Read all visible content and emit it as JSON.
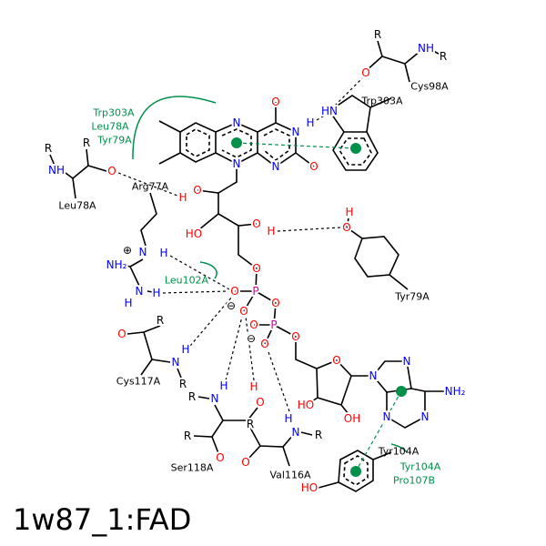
{
  "title": "1w87_1:FAD",
  "atom_labels": [
    "N",
    "N",
    "O",
    "N",
    "H",
    "N",
    "O",
    "O",
    "H",
    "HO",
    "O",
    "H",
    "O",
    "P",
    "O",
    "O",
    "O",
    "P",
    "O",
    "O",
    "O",
    "O",
    "HO",
    "OH",
    "N",
    "N",
    "N",
    "N",
    "NH₂",
    "HN",
    "O",
    "NH",
    "R",
    "R",
    "O",
    "H",
    "R",
    "NH",
    "R",
    "O",
    "N",
    "H",
    "NH₂",
    "N",
    "H",
    "H",
    "O",
    "R",
    "N",
    "H",
    "R",
    "R",
    "N",
    "H",
    "R",
    "O",
    "O",
    "H",
    "R",
    "O",
    "N",
    "H",
    "R",
    "HO",
    "⊕",
    "⊖",
    "⊖"
  ],
  "residue_labels": [
    "Cys98A",
    "Trp303A",
    "Tyr79A",
    "Leu78A",
    "Arg77A",
    "Cys117A",
    "Ser118A",
    "Val116A",
    "Tyr104A"
  ],
  "hydrophobic_labels": [
    "Trp303A",
    "Leu78A",
    "Tyr79A",
    "Leu102A",
    "Tyr104A",
    "Pro107B"
  ],
  "colors": {
    "N": "#0000ff",
    "O": "#ff0000",
    "P": "#cc00aa",
    "C": "#000000",
    "hydrophobic": "#00904a"
  }
}
